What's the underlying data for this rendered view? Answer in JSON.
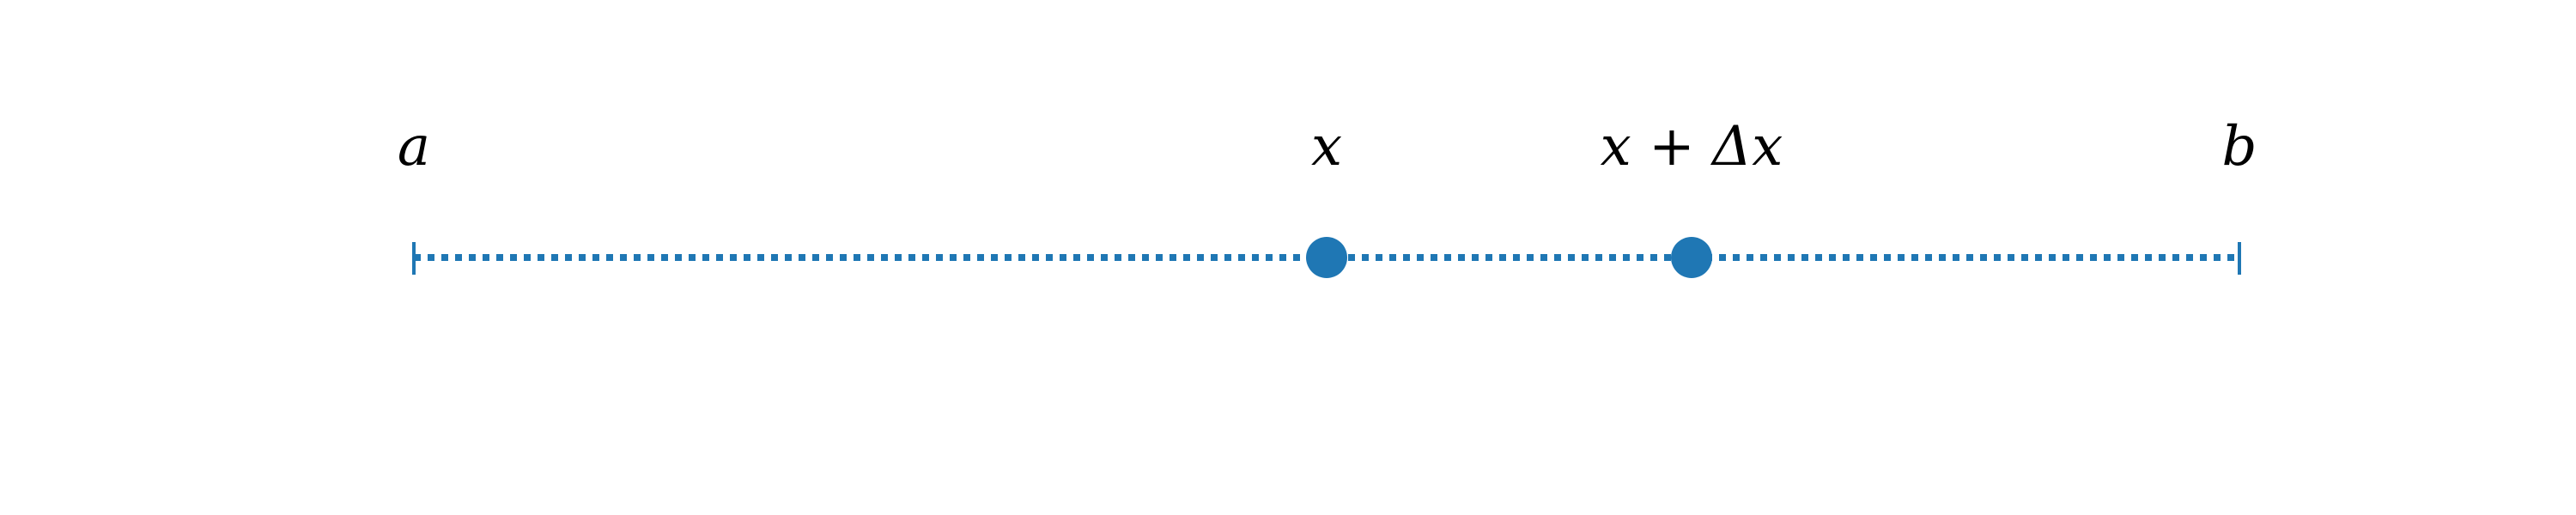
{
  "diagram": {
    "labels": {
      "a": "a",
      "x": "x",
      "x_plus_dx": "x + Δx",
      "b": "b"
    },
    "colors": {
      "line": "#1f77b4",
      "point": "#1f77b4",
      "text": "#000000",
      "background": "#ffffff"
    },
    "line_style": "dotted",
    "points": [
      {
        "name": "x",
        "marker": "filled-circle"
      },
      {
        "name": "x + Δx",
        "marker": "filled-circle"
      }
    ],
    "endpoints": [
      {
        "name": "a",
        "marker": "tick"
      },
      {
        "name": "b",
        "marker": "tick"
      }
    ]
  }
}
